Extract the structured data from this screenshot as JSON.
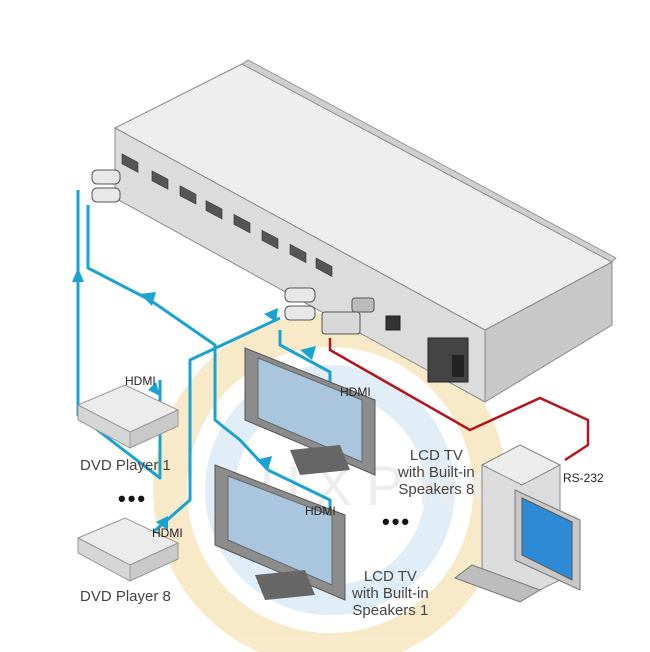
{
  "diagram": {
    "title": "Matrix switcher connection diagram",
    "colors": {
      "hdmi_cable": "#1aa3d1",
      "rs232_cable": "#b5121b",
      "device_body": "#e3e3e3",
      "device_edge": "#9a9a9a",
      "watermark_gold": "#f6e3b8",
      "watermark_blue": "#cfe2f3",
      "screen_blue": "#3a8fd8"
    },
    "devices": {
      "switcher": {
        "label": ""
      },
      "dvd_player_1": {
        "label": "DVD Player 1"
      },
      "dvd_player_8": {
        "label": "DVD Player 8"
      },
      "tv_8": {
        "line1": "LCD TV",
        "line2": "with Built-in",
        "line3": "Speakers 8"
      },
      "tv_1": {
        "line1": "LCD TV",
        "line2": "with Built-in",
        "line3": "Speakers 1"
      },
      "pc": {
        "label": ""
      }
    },
    "cables": {
      "hdmi_dvd1": "HDMI",
      "hdmi_dvd8": "HDMI",
      "hdmi_tv8": "HDMI",
      "hdmi_tv1": "HDMI",
      "rs232": "RS-232"
    },
    "ellipsis": {
      "players": "•••",
      "tvs": "•••"
    },
    "watermark": "LUXPRO"
  }
}
